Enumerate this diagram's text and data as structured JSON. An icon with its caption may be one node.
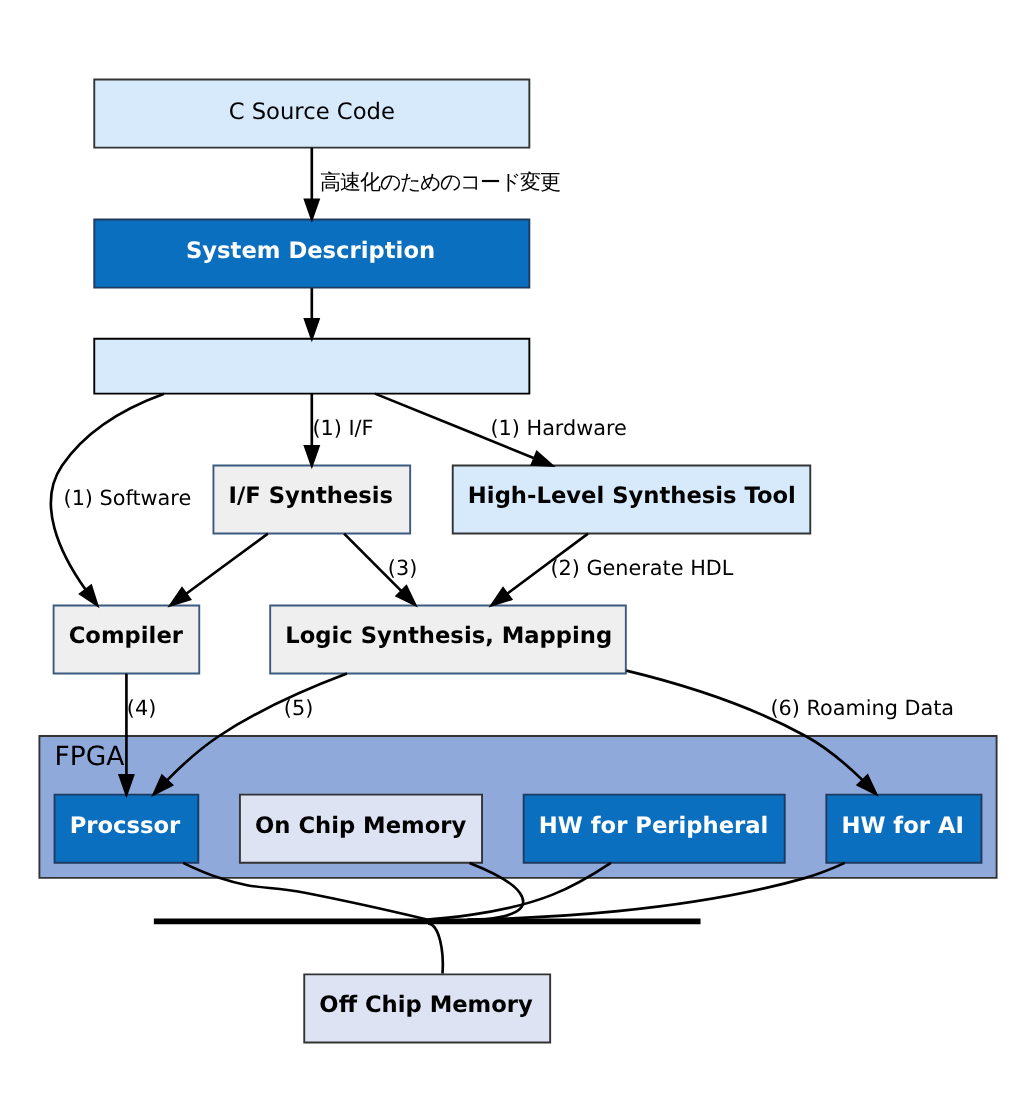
{
  "diagram": {
    "nodes": [
      {
        "text": [
          "C Source Code"
        ]
      },
      {
        "text": [
          "System Description"
        ]
      },
      {
        "text": [],
        "shape": "box"
      },
      {
        "text": [
          "I/F Synthesis"
        ]
      },
      {
        "text": [
          "High-Level Synthesis Tool"
        ]
      },
      {
        "text": [
          "Compiler"
        ]
      },
      {
        "text": [
          "Logic Synthesis, Mapping"
        ]
      },
      {
        "text": [
          "FPGA"
        ]
      },
      {
        "text": [
          "Procssor"
        ],
        "in": 7
      },
      {
        "text": [
          "On Chip Memory"
        ],
        "in": 7
      },
      {
        "text": [
          "HW for Peripheral"
        ],
        "in": 7
      },
      {
        "text": [
          "HW for AI"
        ],
        "in": 7
      },
      {
        "text": [
          "Off Chip Memory"
        ]
      },
      {
        "text": [],
        "shape": "bar"
      }
    ],
    "edges": [
      {
        "from": 0,
        "to": 1,
        "arrow": "to",
        "label": "高速化のためのコード変更"
      },
      {
        "from": 1,
        "to": 2,
        "arrow": "to"
      },
      {
        "from": 2,
        "to": 5,
        "arrow": "to",
        "label": "(1) Software"
      },
      {
        "from": 2,
        "to": 3,
        "arrow": "to",
        "label": "(1) I/F"
      },
      {
        "from": 2,
        "to": 4,
        "arrow": "to",
        "label": "(1) Hardware"
      },
      {
        "from": 3,
        "to": 5,
        "arrow": "to"
      },
      {
        "from": 3,
        "to": 6,
        "arrow": "to",
        "label": "(3)"
      },
      {
        "from": 4,
        "to": 6,
        "arrow": "to",
        "label": "(2) Generate HDL"
      },
      {
        "from": 5,
        "to": 8,
        "arrow": "to",
        "label": "(4)"
      },
      {
        "from": 6,
        "to": 8,
        "arrow": "to",
        "label": "(5)"
      },
      {
        "from": 6,
        "to": 11,
        "arrow": "to",
        "label": "(6) Roaming Data"
      },
      {
        "from": 13,
        "to": 12,
        "arrow": "none"
      },
      {
        "from": 13,
        "to": 8,
        "arrow": "none"
      },
      {
        "from": 13,
        "to": 9,
        "arrow": "none"
      },
      {
        "from": 13,
        "to": 10,
        "arrow": "none"
      },
      {
        "from": 13,
        "to": 11,
        "arrow": "none"
      }
    ]
  }
}
